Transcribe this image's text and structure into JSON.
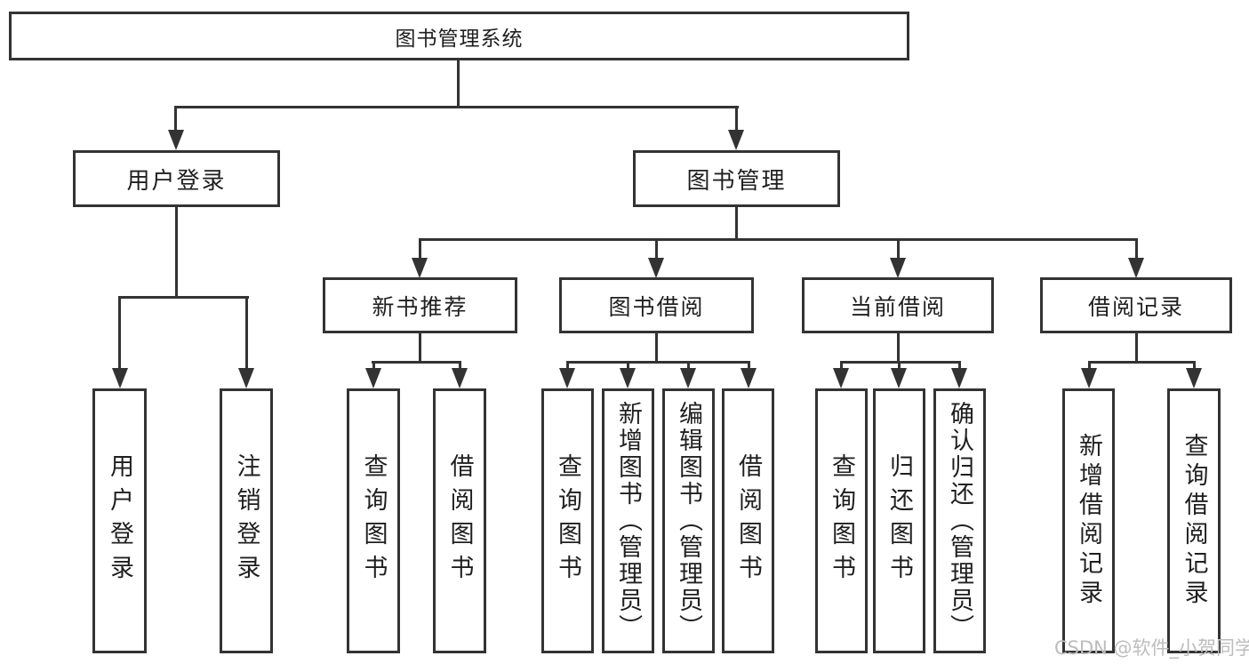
{
  "tree": {
    "root": {
      "label": "图书管理系统",
      "children": [
        {
          "label": "用户登录",
          "children": [
            {
              "label": "用户登录"
            },
            {
              "label": "注销登录"
            }
          ]
        },
        {
          "label": "图书管理",
          "children": [
            {
              "label": "新书推荐",
              "children": [
                {
                  "label": "查询图书"
                },
                {
                  "label": "借阅图书"
                }
              ]
            },
            {
              "label": "图书借阅",
              "children": [
                {
                  "label": "查询图书"
                },
                {
                  "label": "新增图书（管理员）"
                },
                {
                  "label": "编辑图书（管理员）"
                },
                {
                  "label": "借阅图书"
                }
              ]
            },
            {
              "label": "当前借阅",
              "children": [
                {
                  "label": "查询图书"
                },
                {
                  "label": "归还图书"
                },
                {
                  "label": "确认归还（管理员）"
                }
              ]
            },
            {
              "label": "借阅记录",
              "children": [
                {
                  "label": "新增借阅记录"
                },
                {
                  "label": "查询借阅记录"
                }
              ]
            }
          ]
        }
      ]
    }
  },
  "watermark": {
    "text": "CSDN @软件_小贺同学"
  },
  "colors": {
    "line": "#333333",
    "text": "#1f1f1f",
    "watermark": "#bdbdbd"
  }
}
